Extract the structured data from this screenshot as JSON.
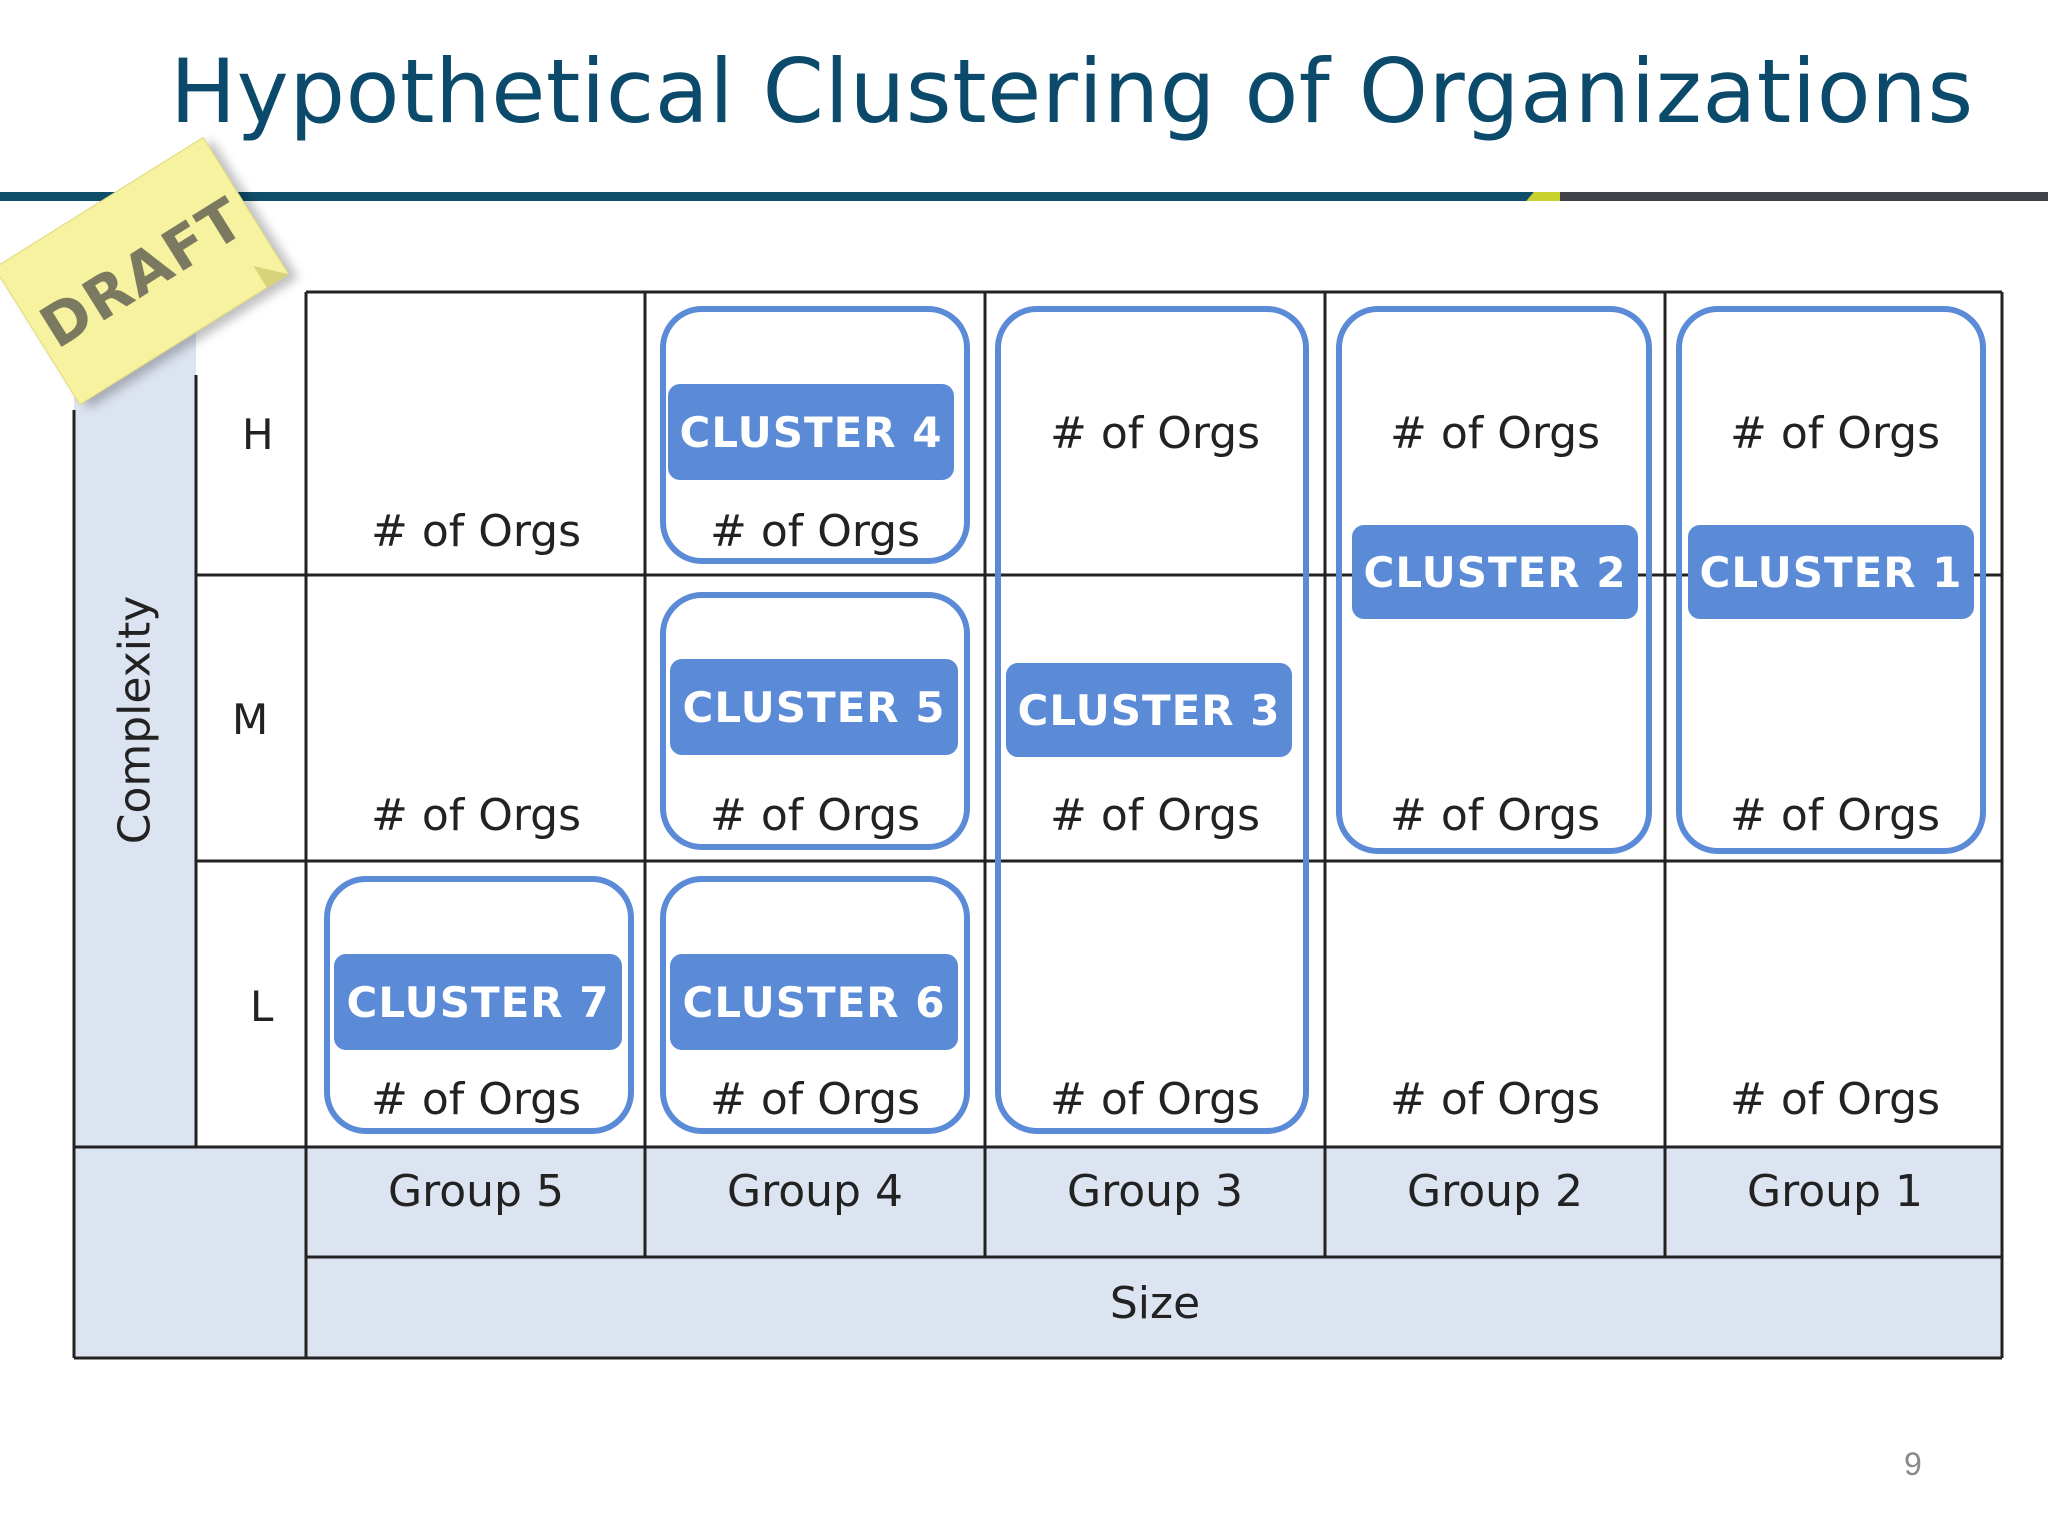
{
  "title": "Hypothetical Clustering of Organizations",
  "draft_label": "DRAFT",
  "page_number": "9",
  "y_axis_label": "Complexity",
  "x_axis_label": "Size",
  "levels": [
    "H",
    "M",
    "L"
  ],
  "groups": [
    "Group 5",
    "Group 4",
    "Group 3",
    "Group 2",
    "Group 1"
  ],
  "cell_text": "# of Orgs",
  "clusters": [
    "CLUSTER 1",
    "CLUSTER 2",
    "CLUSTER 3",
    "CLUSTER 4",
    "CLUSTER 5",
    "CLUSTER 6",
    "CLUSTER 7"
  ],
  "colors": {
    "title": "#0b4a6a",
    "cluster": "#5b8ad6",
    "axis_band": "#dde4f1",
    "sticky": "#f6f2a0"
  }
}
